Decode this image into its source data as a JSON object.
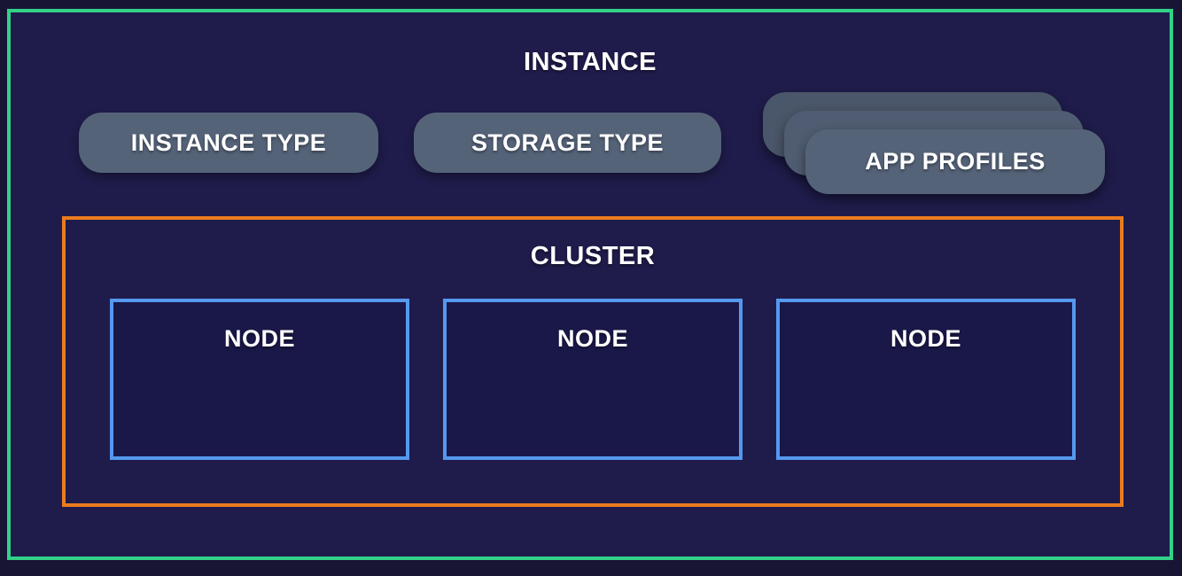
{
  "colors": {
    "page_bg": "#181434",
    "panel_bg": "#1f1c4b",
    "node_bg": "#1a1848",
    "instance_border": "#31d287",
    "cluster_border": "#ec7b1f",
    "node_border": "#5598ef",
    "pill_bg": "#556379",
    "pill_bg_mid": "#4f5c71",
    "pill_bg_back": "#4a5669",
    "text": "#ffffff"
  },
  "instance": {
    "title": "INSTANCE",
    "pills": [
      {
        "label": "INSTANCE TYPE"
      },
      {
        "label": "STORAGE TYPE"
      }
    ],
    "app_profiles": {
      "label": "APP PROFILES",
      "stack_count": 3
    }
  },
  "cluster": {
    "title": "CLUSTER",
    "nodes": [
      {
        "label": "NODE"
      },
      {
        "label": "NODE"
      },
      {
        "label": "NODE"
      }
    ]
  }
}
